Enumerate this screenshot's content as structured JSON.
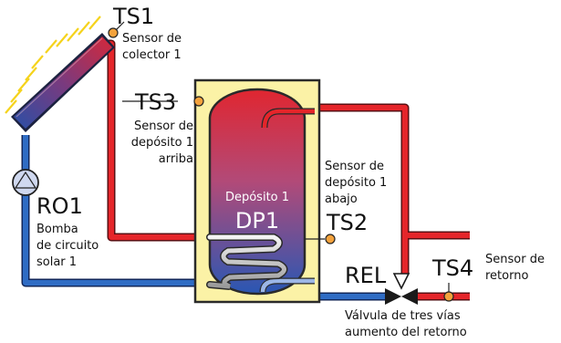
{
  "sensors": {
    "ts1": {
      "id": "TS1",
      "desc_line1": "Sensor de",
      "desc_line2": "colector 1"
    },
    "ts3": {
      "id": "TS3",
      "desc_line1": "Sensor de",
      "desc_line2": "depósito 1",
      "desc_line3": "arriba"
    },
    "ts2": {
      "id": "TS2",
      "desc_line1": "Sensor de",
      "desc_line2": "depósito 1",
      "desc_line3": "abajo"
    },
    "ts4": {
      "id": "TS4",
      "desc_line1": "Sensor de",
      "desc_line2": "retorno"
    }
  },
  "pump": {
    "id": "RO1",
    "desc_line1": "Bomba",
    "desc_line2": "de circuito",
    "desc_line3": "solar 1"
  },
  "tank": {
    "name": "Depósito 1",
    "id": "DP1"
  },
  "valve": {
    "id": "REL",
    "desc_line1": "Válvula de tres vías",
    "desc_line2": "aumento del retorno"
  },
  "colors": {
    "hot_pipe": "#e5252a",
    "cold_pipe": "#1e5aa8",
    "tank_casing": "#fbf2a6",
    "sensor": "#f4a23c",
    "sun_rays": "#f5d31c"
  }
}
